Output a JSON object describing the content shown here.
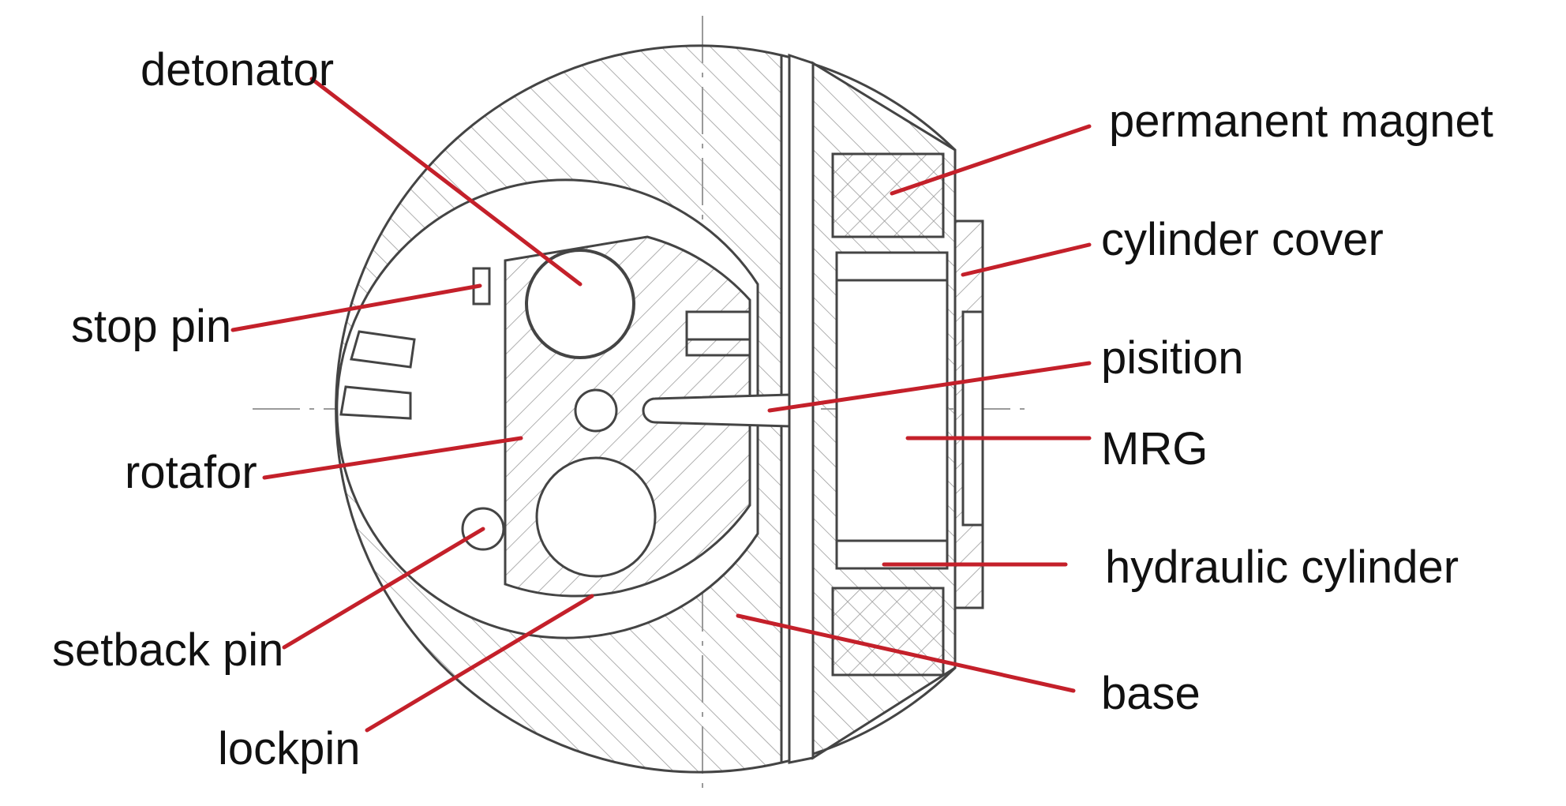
{
  "labels": {
    "detonator": "detonator",
    "stop_pin": "stop pin",
    "rotafor": "rotafor",
    "setback_pin": "setback pin",
    "lockpin": "lockpin",
    "permanent_magnet": "permanent magnet",
    "cylinder_cover": "cylinder cover",
    "pisition": "pisition",
    "mrg": "MRG",
    "hydraulic_cylinder": "hydraulic cylinder",
    "base": "base"
  },
  "colors": {
    "line": "#444444",
    "hatch": "#9a9a9a",
    "leader": "#c4202a",
    "text": "#111111",
    "background": "#ffffff"
  }
}
